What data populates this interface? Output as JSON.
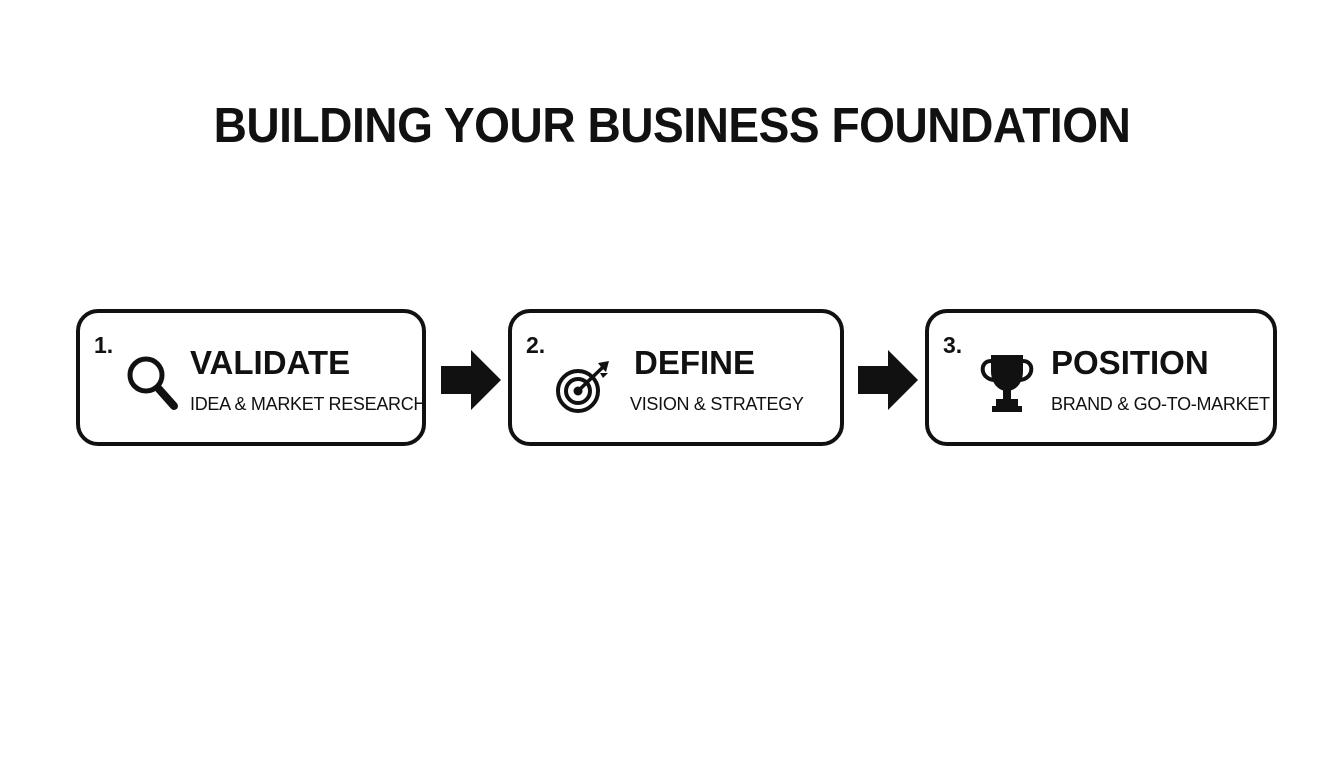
{
  "title": "BUILDING YOUR BUSINESS FOUNDATION",
  "steps": [
    {
      "number": "1.",
      "title": "VALIDATE",
      "subtitle": "IDEA & MARKET RESEARCH",
      "icon": "magnifying-glass-icon"
    },
    {
      "number": "2.",
      "title": "DEFINE",
      "subtitle": "VISION & STRATEGY",
      "icon": "target-icon"
    },
    {
      "number": "3.",
      "title": "POSITION",
      "subtitle": "BRAND & GO-TO-MARKET",
      "icon": "trophy-icon"
    }
  ],
  "connectors": [
    "arrow-right-icon",
    "arrow-right-icon"
  ],
  "colors": {
    "background": "#ffffff",
    "ink": "#111111"
  }
}
